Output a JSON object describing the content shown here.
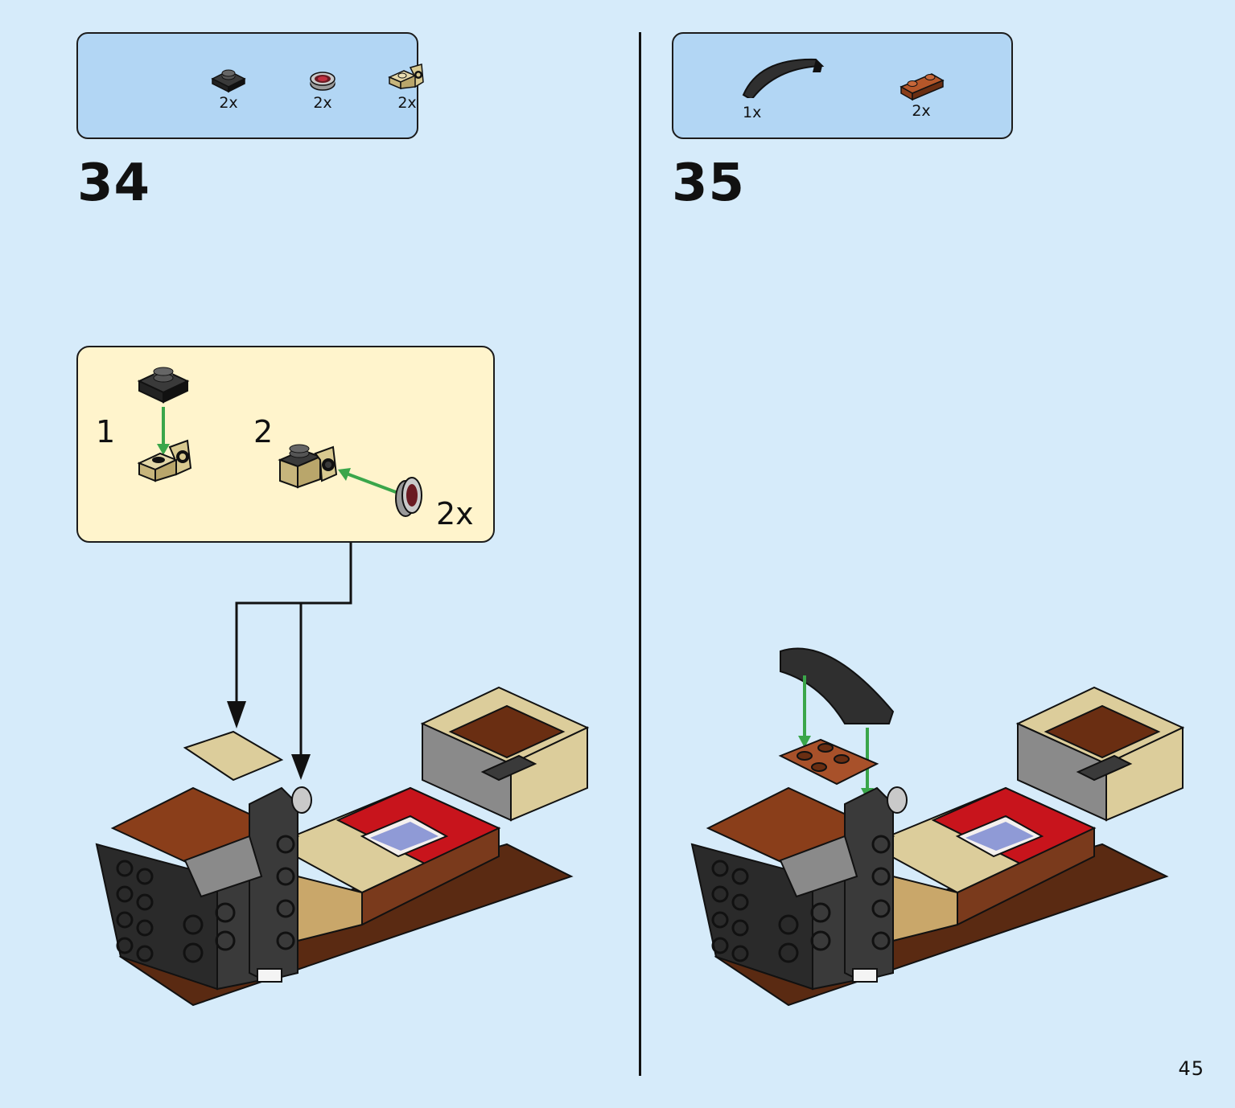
{
  "steps": [
    {
      "number": "34",
      "parts": [
        {
          "icon": "black-plate-1x1-icon",
          "qty": "2x"
        },
        {
          "icon": "round-tile-decorated-icon",
          "qty": "2x"
        },
        {
          "icon": "tan-bracket-stud-icon",
          "qty": "2x"
        }
      ],
      "subassembly": {
        "steps": [
          {
            "number": "1"
          },
          {
            "number": "2",
            "qty": "2x"
          }
        ]
      }
    },
    {
      "number": "35",
      "parts": [
        {
          "icon": "black-curved-slope-icon",
          "qty": "1x"
        },
        {
          "icon": "brown-plate-1x2-icon",
          "qty": "2x"
        }
      ]
    }
  ],
  "page_number": "45",
  "colors": {
    "background": "#d6ebfa",
    "parts_panel": "#b2d6f4",
    "subassembly_panel": "#fff4cc",
    "arrow_green": "#3aa64a",
    "brick_tan": "#dccd9b",
    "brick_brown": "#7a3a1c",
    "brick_red": "#c8141c",
    "brick_black": "#2a2a2a"
  }
}
